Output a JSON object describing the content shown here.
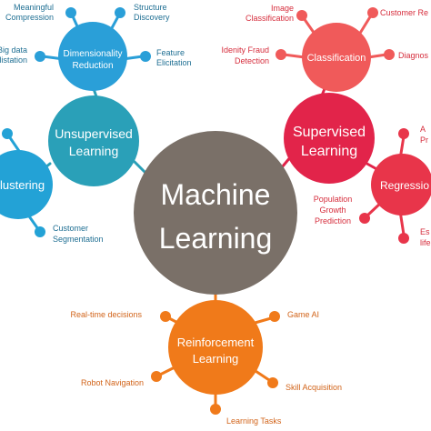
{
  "colors": {
    "core": "#7a7068",
    "unsupervised": "#2aa0b8",
    "dimred": "#2a9fd8",
    "clustering": "#23a2d6",
    "supervised": "#e2244a",
    "classification": "#f05a5a",
    "regression": "#e8354a",
    "reinforcement": "#f07a1a",
    "text_blue": "#1f6f93",
    "text_red": "#d62d3c",
    "text_orange": "#d2641a"
  },
  "center": {
    "line1": "Machine",
    "line2": "Learning"
  },
  "unsupervised": {
    "hub": {
      "line1": "Unsupervised",
      "line2": "Learning"
    },
    "dimensionality": {
      "line1": "Dimensionality",
      "line2": "Reduction",
      "leaves": {
        "meaningful": {
          "line1": "Meaningful",
          "line2": "Compression"
        },
        "structure": {
          "line1": "Structure",
          "line2": "Discovery"
        },
        "feature": {
          "line1": "Feature",
          "line2": "Elicitation"
        },
        "bigdata": {
          "line1": "Big data",
          "line2": "isualistation"
        }
      }
    },
    "clustering": {
      "label": "lustering",
      "leaves": {
        "customer": {
          "line1": "Customer",
          "line2": "Segmentation"
        }
      }
    }
  },
  "supervised": {
    "hub": {
      "line1": "Supervised",
      "line2": "Learning"
    },
    "classification": {
      "label": "Classification",
      "leaves": {
        "image": {
          "line1": "Image",
          "line2": "Classification"
        },
        "retention": {
          "line1": "Customer Re"
        },
        "fraud": {
          "line1": "Idenity Fraud",
          "line2": "Detection"
        },
        "diagnostics": {
          "line1": "Diagnos"
        }
      }
    },
    "regression": {
      "label": "Regressio",
      "leaves": {
        "population": {
          "line1": "Population",
          "line2": "Growth",
          "line3": "Prediction"
        },
        "advertising": {
          "line1": "A",
          "line2": "Pr"
        },
        "estimating": {
          "line1": "Es",
          "line2": "life"
        }
      }
    }
  },
  "reinforcement": {
    "hub": {
      "line1": "Reinforcement",
      "line2": "Learning"
    },
    "leaves": {
      "realtime": "Real-time decisions",
      "game": "Game AI",
      "robot": "Robot Navigation",
      "skill": "Skill Acquisition",
      "tasks": "Learning Tasks"
    }
  }
}
